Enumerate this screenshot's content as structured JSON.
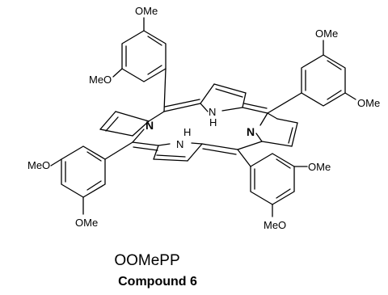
{
  "labels": {
    "ome_top_left": "OMe",
    "meo_left": "MeO",
    "ome_top_right": "OMe",
    "ome_right": "OMe",
    "meo_bottom_left": "MeO",
    "ome_bottom_left": "OMe",
    "ome_bottom_right": "OMe",
    "meo_bottom_right": "MeO",
    "nh_top_n": "N",
    "nh_top_h": "H",
    "n_left": "N",
    "n_right": "N",
    "nh_bottom_h": "H",
    "nh_bottom_n": "N"
  },
  "caption": {
    "name": "OOMePP",
    "compound": "Compound 6"
  }
}
